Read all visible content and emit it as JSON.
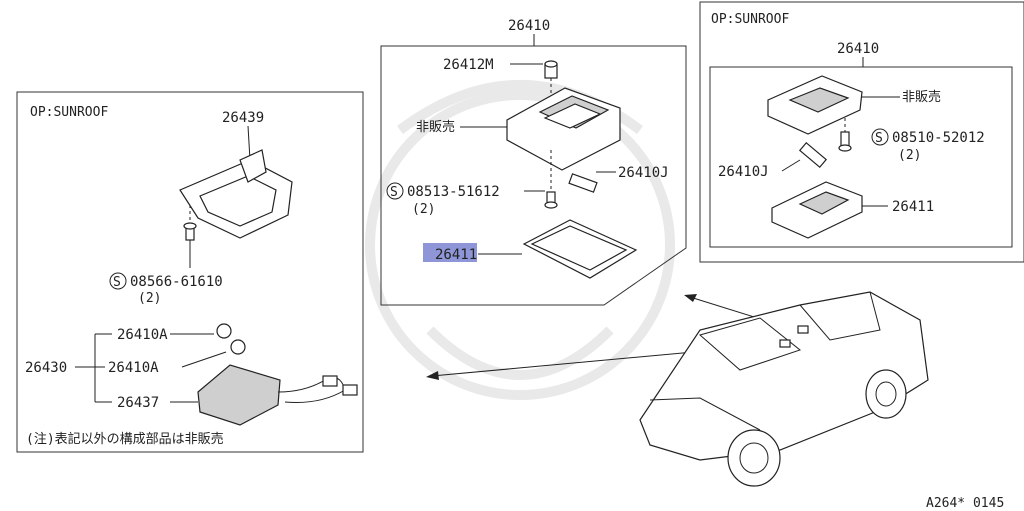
{
  "panel_left": {
    "option_label": "OP:SUNROOF",
    "part_bracket": "26439",
    "part_screw": "08566-61610",
    "screw_qty": "(2)",
    "group_label": "26430",
    "part_bulb_1": "26410A",
    "part_bulb_2": "26410A",
    "part_harness": "26437",
    "note": "(注)表記以外の構成部品は非販売"
  },
  "panel_center": {
    "part_lamp": "26410",
    "part_clip": "26412M",
    "not_sold": "非販売",
    "part_screw": "08513-51612",
    "screw_qty": "(2)",
    "part_bulb": "26410J",
    "part_lens": "26411"
  },
  "panel_right": {
    "option_label": "OP:SUNROOF",
    "part_lamp": "26410",
    "not_sold": "非販売",
    "part_screw": "08510-52012",
    "screw_qty": "(2)",
    "part_bulb": "26410J",
    "part_lens": "26411"
  },
  "footer": {
    "diagram_id": "A264* 0145"
  },
  "symbols": {
    "standard_part": "S"
  },
  "colors": {
    "highlight": "#8f96d8"
  }
}
